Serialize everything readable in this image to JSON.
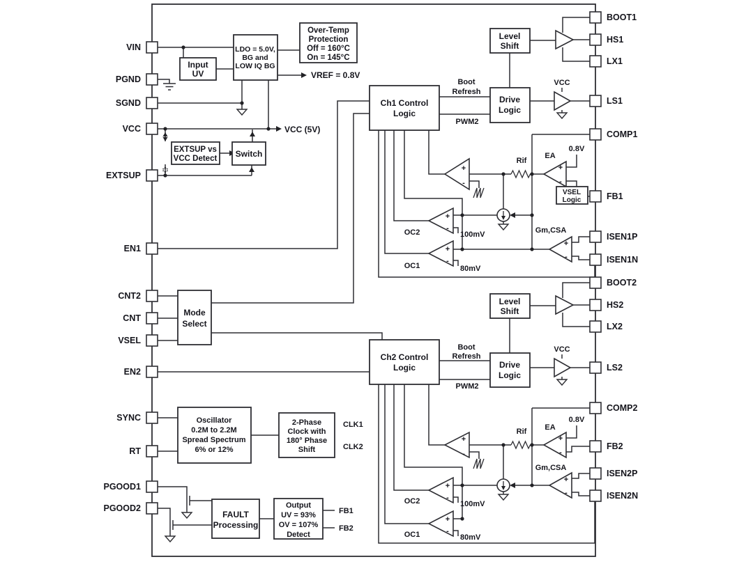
{
  "pins_left": [
    "VIN",
    "PGND",
    "SGND",
    "VCC",
    "EXTSUP",
    "EN1",
    "CNT2",
    "CNT",
    "VSEL",
    "EN2",
    "SYNC",
    "RT",
    "PGOOD1",
    "PGOOD2"
  ],
  "pins_right": [
    "BOOT1",
    "HS1",
    "LX1",
    "LS1",
    "COMP1",
    "FB1",
    "ISEN1P",
    "ISEN1N",
    "BOOT2",
    "HS2",
    "LX2",
    "LS2",
    "COMP2",
    "FB2",
    "ISEN2P",
    "ISEN2N"
  ],
  "blocks": {
    "input_uv": [
      "Input",
      "UV"
    ],
    "ldo": [
      "LDO = 5.0V,",
      "BG and",
      "LOW IQ BG"
    ],
    "overtemp": [
      "Over-Temp",
      "Protection",
      "Off = 160°C",
      "On = 145°C"
    ],
    "extsup_detect": [
      "EXTSUP vs",
      "VCC Detect"
    ],
    "switch_block": [
      "Switch"
    ],
    "mode_select": [
      "Mode",
      "Select"
    ],
    "oscillator": [
      "Oscillator",
      "0.2M to 2.2M",
      "Spread Spectrum",
      "6% or 12%"
    ],
    "phase_clock": [
      "2-Phase",
      "Clock with",
      "180° Phase",
      "Shift"
    ],
    "fault": [
      "FAULT",
      "Processing"
    ],
    "output_detect": [
      "Output",
      "UV = 93%",
      "OV = 107%",
      "Detect"
    ],
    "ch1_control": [
      "Ch1 Control",
      "Logic"
    ],
    "ch2_control": [
      "Ch2 Control",
      "Logic"
    ],
    "level_shift": [
      "Level",
      "Shift"
    ],
    "drive_logic": [
      "Drive",
      "Logic"
    ],
    "vsel_logic": [
      "VSEL",
      "Logic"
    ]
  },
  "labels": {
    "vref": "VREF = 0.8V",
    "vcc_5v": "VCC (5V)",
    "vcc": "VCC",
    "boot": "Boot",
    "refresh": "Refresh",
    "pwm2": "PWM2",
    "ea": "EA",
    "rif": "Rif",
    "v0_8": "0.8V",
    "gm_csa": "Gm,CSA",
    "oc1": "OC1",
    "oc2": "OC2",
    "mv100": "100mV",
    "mv80": "80mV",
    "clk1": "CLK1",
    "clk2": "CLK2",
    "fb1": "FB1",
    "fb2": "FB2",
    "plus": "+",
    "minus": "-"
  }
}
